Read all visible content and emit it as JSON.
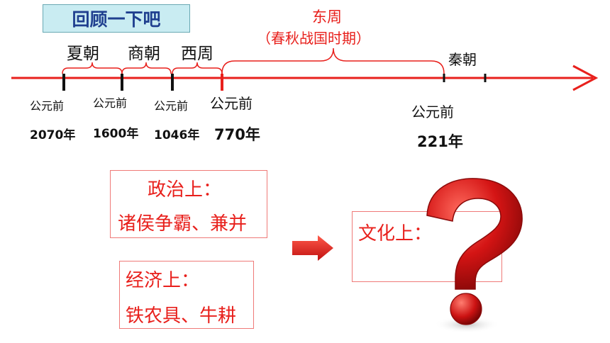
{
  "title": "回顾一下吧",
  "dynasties": {
    "xia": "夏朝",
    "shang": "商朝",
    "xizhou": "西周",
    "dongzhou": "东周",
    "dongzhou_sub": "（春秋战国时期）",
    "qin": "秦朝"
  },
  "dates": [
    {
      "label": "公元前",
      "year": "2070年"
    },
    {
      "label": "公元前",
      "year": "1600年"
    },
    {
      "label": "公元前",
      "year": "1046年"
    },
    {
      "label": "公元前",
      "year": "770年"
    },
    {
      "label": "公元前",
      "year": "221年"
    }
  ],
  "politics": {
    "heading": "政治上：",
    "content": "诸侯争霸、兼并"
  },
  "economy": {
    "heading": "经济上：",
    "content": "铁农具、牛耕"
  },
  "culture": {
    "heading": "文化上："
  },
  "colors": {
    "accent_red": "#e8201c",
    "title_bg": "#c9ecf2",
    "title_text": "#1f3f8f"
  }
}
